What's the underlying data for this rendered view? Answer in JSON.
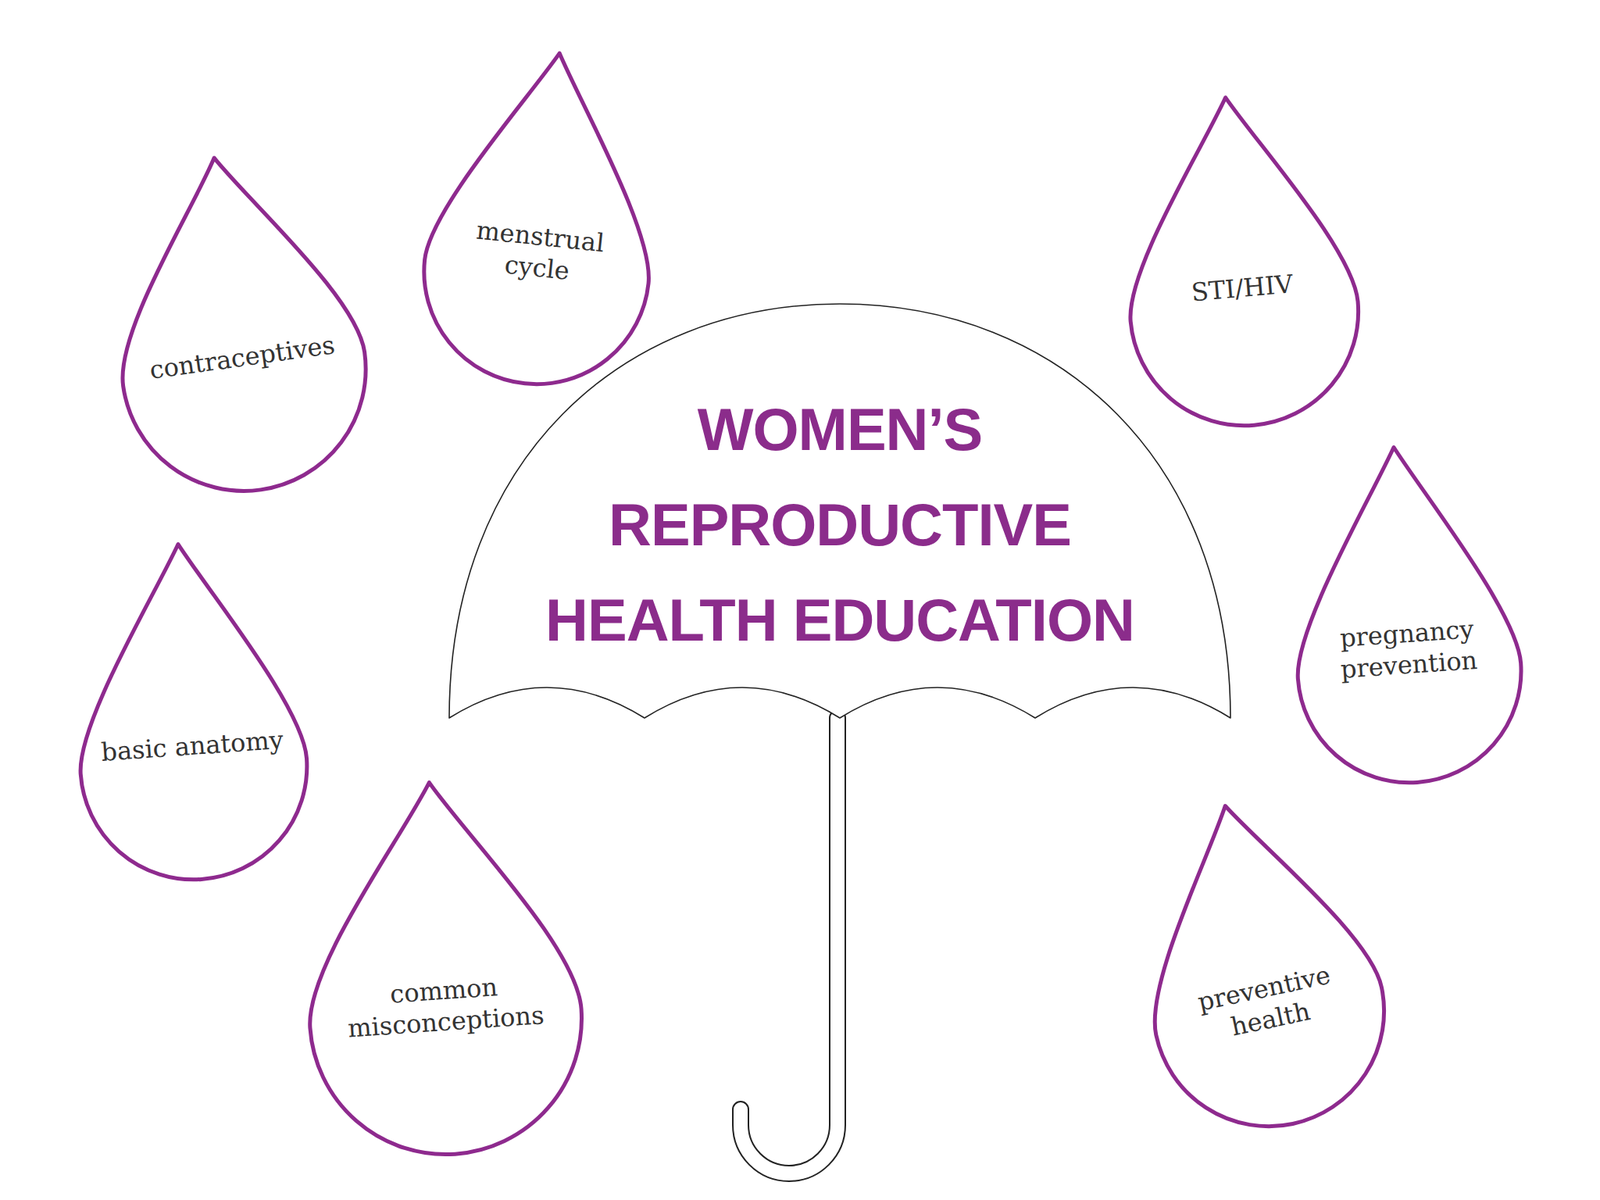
{
  "diagram": {
    "nodes": [
      {
        "text": [
          "menstrual cycle"
        ]
      },
      {
        "text": [
          "STI/HIV"
        ]
      },
      {
        "text": [
          "contraceptives"
        ]
      },
      {
        "text": [
          "WOMEN’S REPRODUCTIVE HEALTH EDUCATION"
        ]
      },
      {
        "text": [
          "pregnancy prevention"
        ]
      },
      {
        "text": [
          "basic anatomy"
        ]
      },
      {
        "text": [
          "common misconceptions"
        ]
      },
      {
        "text": [
          "preventive health"
        ]
      }
    ]
  }
}
